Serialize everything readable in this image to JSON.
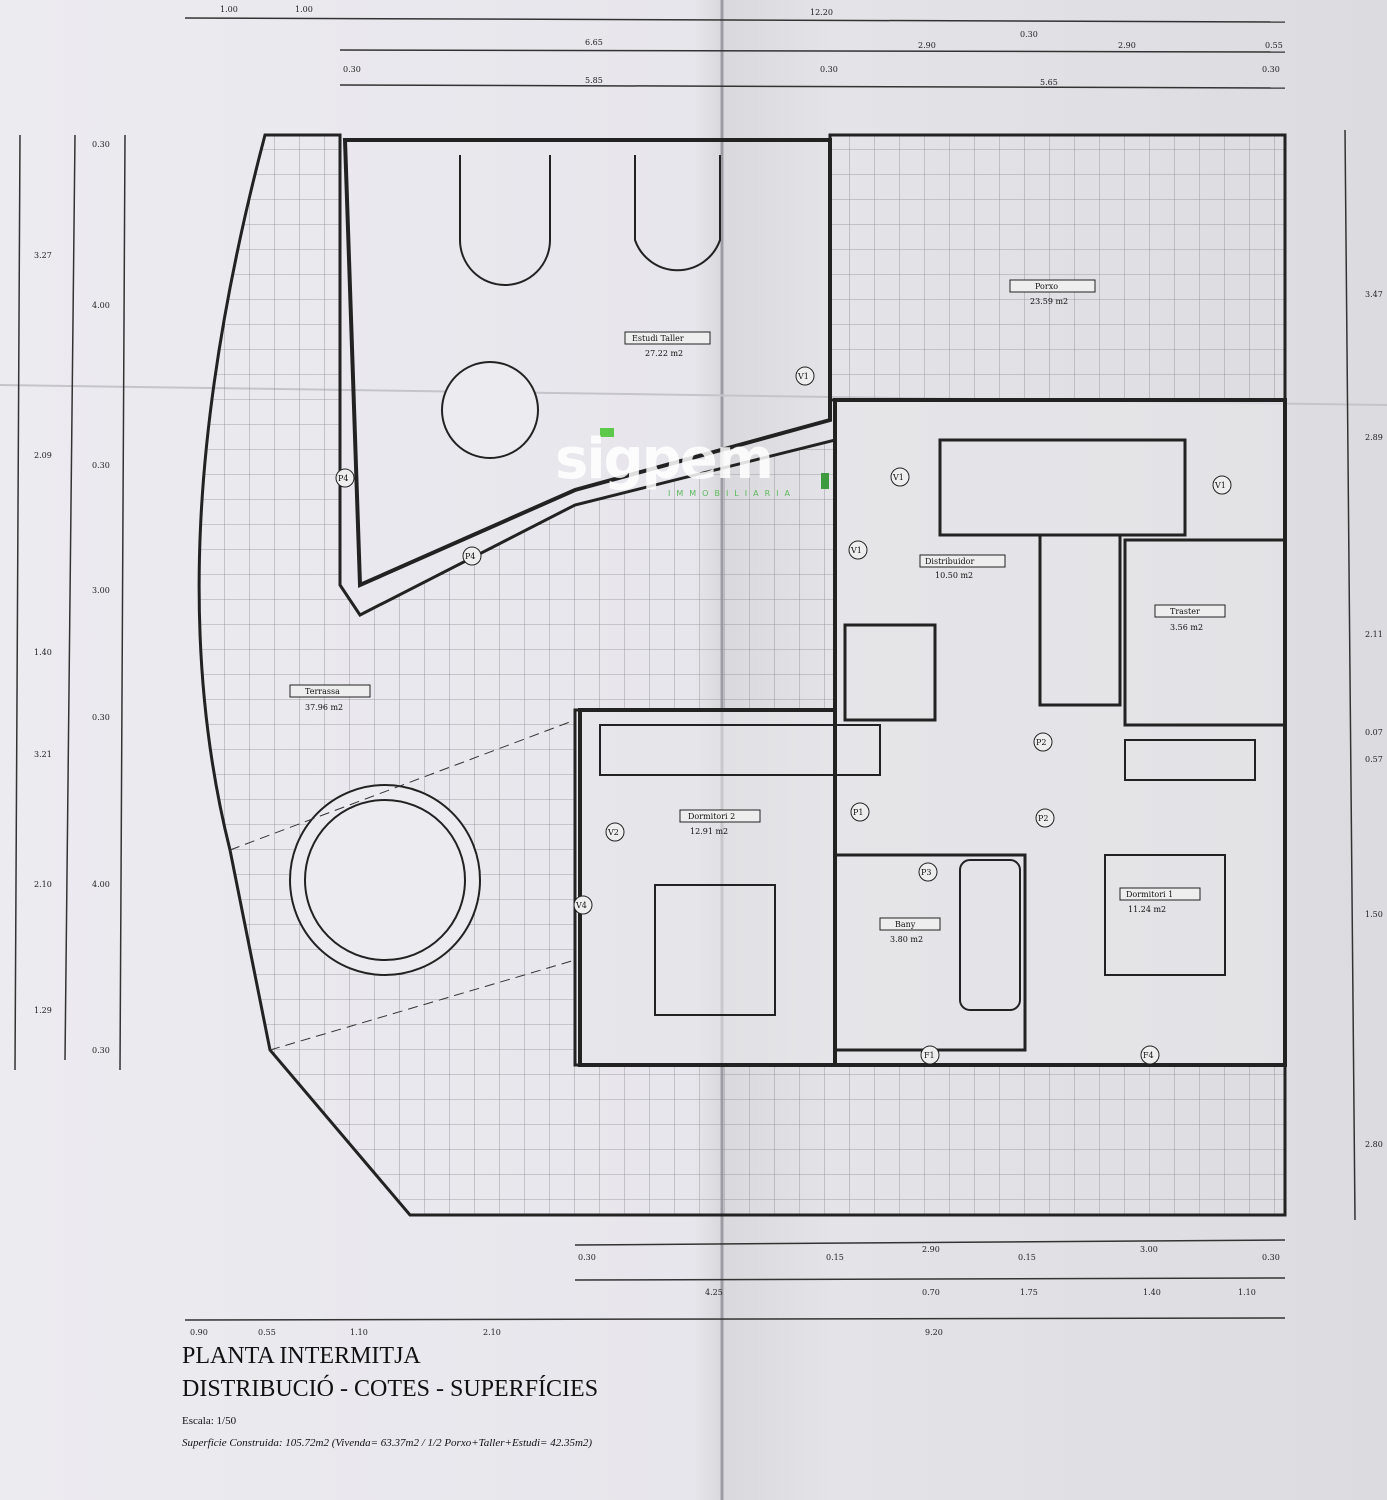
{
  "plan": {
    "title": "PLANTA INTERMITJA",
    "subtitle": "DISTRIBUCIÓ - COTES - SUPERFÍCIES",
    "scale": "Escala: 1/50",
    "built_area": "Superficie Construida: 105.72m2 (Vivenda= 63.37m2 / 1/2 Porxo+Taller+Estudi= 42.35m2)"
  },
  "watermark": {
    "brand": "sigpem",
    "sub": "IMMOBILIARIA",
    "accent": "#5cc94a"
  },
  "dims": {
    "top": [
      "1.00",
      "1.00",
      "12.20",
      "6.65",
      "2.90",
      "0.30",
      "2.90",
      "0.55",
      "0.30",
      "5.85",
      "0.30",
      "5.65",
      "0.30"
    ],
    "bottom": [
      "0.30",
      "0.15",
      "2.90",
      "0.15",
      "3.00",
      "0.30",
      "4.25",
      "0.70",
      "1.75",
      "1.40",
      "1.10",
      "0.90",
      "0.55",
      "1.10",
      "2.10",
      "9.20"
    ],
    "left": [
      "3.27",
      "2.09",
      "1.40",
      "3.21",
      "2.10",
      "1.29",
      "0.30",
      "4.00",
      "0.30",
      "3.00",
      "0.30",
      "4.00",
      "0.30"
    ],
    "right": [
      "3.47",
      "2.89",
      "2.11",
      "0.07",
      "0.57",
      "1.50",
      "2.80"
    ]
  },
  "rooms": [
    {
      "name": "Estudi Taller",
      "area": "27.22 m2"
    },
    {
      "name": "Porxo",
      "area": "23.59 m2"
    },
    {
      "name": "Distribuidor",
      "area": "10.50 m2"
    },
    {
      "name": "Traster",
      "area": "3.56 m2"
    },
    {
      "name": "Terrassa",
      "area": "37.96 m2"
    },
    {
      "name": "Dormitori 2",
      "area": "12.91 m2"
    },
    {
      "name": "Bany",
      "area": "3.80 m2"
    },
    {
      "name": "Dormitori 1",
      "area": "11.24 m2"
    }
  ],
  "doors": [
    "V1",
    "V1",
    "V1",
    "V1",
    "V2",
    "P4",
    "P4",
    "V4",
    "P2",
    "P1",
    "P2",
    "P3",
    "F1",
    "F4"
  ]
}
